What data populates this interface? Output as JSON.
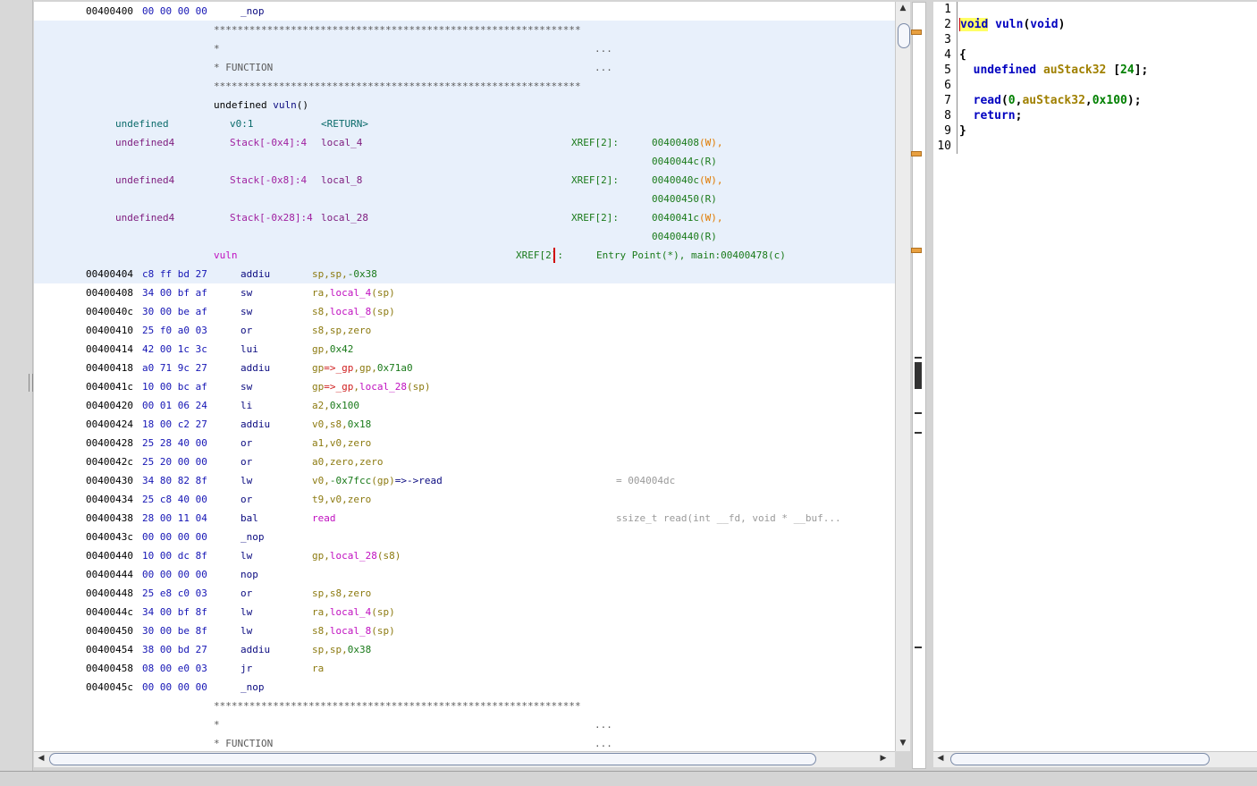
{
  "listing": {
    "top_line": {
      "addr": "00400400",
      "bytes": "00 00 00 00",
      "mnem": "_nop"
    },
    "header": {
      "stars": "**************************************************************",
      "star_line": "*",
      "function_line": "* FUNCTION",
      "dots": "...",
      "signature_type": "undefined",
      "signature_name": "vuln",
      "signature_args": "()"
    },
    "ret_var": {
      "type": "undefined",
      "storage": "v0:1",
      "name": "<RETURN>"
    },
    "stack_vars": [
      {
        "type": "undefined4",
        "storage": "Stack[-0x4]:4",
        "name": "local_4",
        "xref_label": "XREF[2]:",
        "x1": "00400408",
        "x1k": "(W),",
        "x2": "0040044c",
        "x2k": "(R)"
      },
      {
        "type": "undefined4",
        "storage": "Stack[-0x8]:4",
        "name": "local_8",
        "xref_label": "XREF[2]:",
        "x1": "0040040c",
        "x1k": "(W),",
        "x2": "00400450",
        "x2k": "(R)"
      },
      {
        "type": "undefined4",
        "storage": "Stack[-0x28]:4",
        "name": "local_28",
        "xref_label": "XREF[2]:",
        "x1": "0040041c",
        "x1k": "(W),",
        "x2": "00400440",
        "x2k": "(R)"
      }
    ],
    "label_line": {
      "label": "vuln",
      "xref_label": "XREF[2]:",
      "xrefs": "Entry Point(*), main:00400478(c)"
    },
    "instructions": [
      {
        "addr": "00400404",
        "bytes": "c8 ff bd 27",
        "mnem": "addiu",
        "ops": [
          [
            "sp,sp,",
            "reg"
          ],
          [
            "-0x38",
            "num"
          ]
        ],
        "cmt": ""
      },
      {
        "addr": "00400408",
        "bytes": "34 00 bf af",
        "mnem": "sw",
        "ops": [
          [
            "ra,",
            "reg"
          ],
          [
            "local_4",
            "mag"
          ],
          [
            "(sp)",
            "reg"
          ]
        ],
        "cmt": ""
      },
      {
        "addr": "0040040c",
        "bytes": "30 00 be af",
        "mnem": "sw",
        "ops": [
          [
            "s8,",
            "reg"
          ],
          [
            "local_8",
            "mag"
          ],
          [
            "(sp)",
            "reg"
          ]
        ],
        "cmt": ""
      },
      {
        "addr": "00400410",
        "bytes": "25 f0 a0 03",
        "mnem": "or",
        "ops": [
          [
            "s8,sp,zero",
            "reg"
          ]
        ],
        "cmt": ""
      },
      {
        "addr": "00400414",
        "bytes": "42 00 1c 3c",
        "mnem": "lui",
        "ops": [
          [
            "gp,",
            "reg"
          ],
          [
            "0x42",
            "num"
          ]
        ],
        "cmt": ""
      },
      {
        "addr": "00400418",
        "bytes": "a0 71 9c 27",
        "mnem": "addiu",
        "ops": [
          [
            "gp",
            "reg"
          ],
          [
            "=>_gp",
            "red"
          ],
          [
            ",gp,",
            "reg"
          ],
          [
            "0x71a0",
            "num"
          ]
        ],
        "cmt": ""
      },
      {
        "addr": "0040041c",
        "bytes": "10 00 bc af",
        "mnem": "sw",
        "ops": [
          [
            "gp",
            "reg"
          ],
          [
            "=>_gp",
            "red"
          ],
          [
            ",",
            "reg"
          ],
          [
            "local_28",
            "mag"
          ],
          [
            "(sp)",
            "reg"
          ]
        ],
        "cmt": ""
      },
      {
        "addr": "00400420",
        "bytes": "00 01 06 24",
        "mnem": "li",
        "ops": [
          [
            "a2,",
            "reg"
          ],
          [
            "0x100",
            "num"
          ]
        ],
        "cmt": ""
      },
      {
        "addr": "00400424",
        "bytes": "18 00 c2 27",
        "mnem": "addiu",
        "ops": [
          [
            "v0,s8,",
            "reg"
          ],
          [
            "0x18",
            "num"
          ]
        ],
        "cmt": ""
      },
      {
        "addr": "00400428",
        "bytes": "25 28 40 00",
        "mnem": "or",
        "ops": [
          [
            "a1,v0,zero",
            "reg"
          ]
        ],
        "cmt": ""
      },
      {
        "addr": "0040042c",
        "bytes": "25 20 00 00",
        "mnem": "or",
        "ops": [
          [
            "a0,zero,zero",
            "reg"
          ]
        ],
        "cmt": ""
      },
      {
        "addr": "00400430",
        "bytes": "34 80 82 8f",
        "mnem": "lw",
        "ops": [
          [
            "v0,",
            "reg"
          ],
          [
            "-0x7fcc",
            "num"
          ],
          [
            "(gp)",
            "reg"
          ],
          [
            "=>->read",
            "navy"
          ]
        ],
        "cmt": "= 004004dc"
      },
      {
        "addr": "00400434",
        "bytes": "25 c8 40 00",
        "mnem": "or",
        "ops": [
          [
            "t9,v0,zero",
            "reg"
          ]
        ],
        "cmt": ""
      },
      {
        "addr": "00400438",
        "bytes": "28 00 11 04",
        "mnem": "bal",
        "ops": [
          [
            "read",
            "mag"
          ]
        ],
        "cmt": "ssize_t read(int __fd, void * __buf..."
      },
      {
        "addr": "0040043c",
        "bytes": "00 00 00 00",
        "mnem": "_nop",
        "ops": [],
        "cmt": ""
      },
      {
        "addr": "00400440",
        "bytes": "10 00 dc 8f",
        "mnem": "lw",
        "ops": [
          [
            "gp,",
            "reg"
          ],
          [
            "local_28",
            "mag"
          ],
          [
            "(s8)",
            "reg"
          ]
        ],
        "cmt": ""
      },
      {
        "addr": "00400444",
        "bytes": "00 00 00 00",
        "mnem": "nop",
        "ops": [],
        "cmt": ""
      },
      {
        "addr": "00400448",
        "bytes": "25 e8 c0 03",
        "mnem": "or",
        "ops": [
          [
            "sp,s8,zero",
            "reg"
          ]
        ],
        "cmt": ""
      },
      {
        "addr": "0040044c",
        "bytes": "34 00 bf 8f",
        "mnem": "lw",
        "ops": [
          [
            "ra,",
            "reg"
          ],
          [
            "local_4",
            "mag"
          ],
          [
            "(sp)",
            "reg"
          ]
        ],
        "cmt": ""
      },
      {
        "addr": "00400450",
        "bytes": "30 00 be 8f",
        "mnem": "lw",
        "ops": [
          [
            "s8,",
            "reg"
          ],
          [
            "local_8",
            "mag"
          ],
          [
            "(sp)",
            "reg"
          ]
        ],
        "cmt": ""
      },
      {
        "addr": "00400454",
        "bytes": "38 00 bd 27",
        "mnem": "addiu",
        "ops": [
          [
            "sp,sp,",
            "reg"
          ],
          [
            "0x38",
            "num"
          ]
        ],
        "cmt": ""
      },
      {
        "addr": "00400458",
        "bytes": "08 00 e0 03",
        "mnem": "jr",
        "ops": [
          [
            "ra",
            "reg"
          ]
        ],
        "cmt": ""
      },
      {
        "addr": "0040045c",
        "bytes": "00 00 00 00",
        "mnem": "_nop",
        "ops": [],
        "cmt": ""
      }
    ],
    "footer": {
      "stars": "**************************************************************",
      "star_line": "*",
      "function_line": "* FUNCTION",
      "dots": "..."
    }
  },
  "decompiler": {
    "line_numbers": [
      "1",
      "2",
      "3",
      "4",
      "5",
      "6",
      "7",
      "8",
      "9",
      "10"
    ],
    "lines": [
      [],
      [
        [
          "void",
          "kw"
        ],
        [
          " ",
          "black"
        ],
        [
          "vuln",
          "fn"
        ],
        [
          "(",
          "black"
        ],
        [
          "void",
          "kw"
        ],
        [
          ")",
          "black"
        ]
      ],
      [],
      [
        [
          "{",
          "black"
        ]
      ],
      [
        [
          "  ",
          "black"
        ],
        [
          "undefined",
          "kw"
        ],
        [
          " ",
          "black"
        ],
        [
          "auStack32",
          "var"
        ],
        [
          " [",
          "black"
        ],
        [
          "24",
          "dnum"
        ],
        [
          "];",
          "black"
        ]
      ],
      [],
      [
        [
          "  ",
          "black"
        ],
        [
          "read",
          "fn"
        ],
        [
          "(",
          "black"
        ],
        [
          "0",
          "dnum"
        ],
        [
          ",",
          "black"
        ],
        [
          "auStack32",
          "var"
        ],
        [
          ",",
          "black"
        ],
        [
          "0x100",
          "dnum"
        ],
        [
          ");",
          "black"
        ]
      ],
      [
        [
          "  ",
          "black"
        ],
        [
          "return",
          "kw"
        ],
        [
          ";",
          "black"
        ]
      ],
      [
        [
          "}",
          "black"
        ]
      ],
      []
    ]
  },
  "colors": {
    "highlight": "#e8f0fb",
    "address": "#1515b5",
    "register": "#8c7a10",
    "number": "#1a7a1a"
  },
  "icons": [
    "scroll-up-arrow",
    "scroll-down-arrow",
    "scroll-left-arrow",
    "scroll-right-arrow"
  ],
  "arrow_glyphs": {
    "up": "▲",
    "down": "▼",
    "left": "◀",
    "right": "▶"
  }
}
